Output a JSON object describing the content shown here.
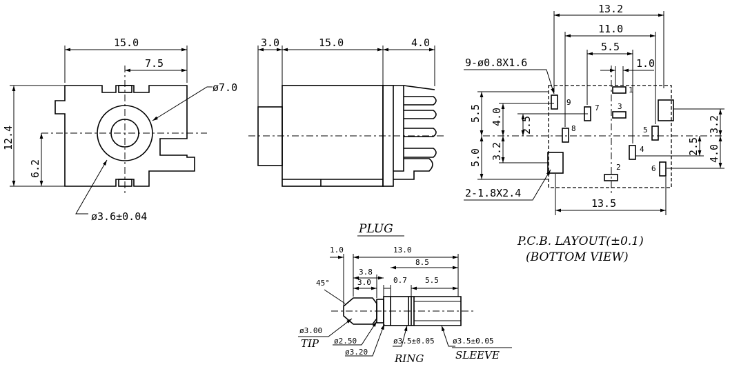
{
  "front_view": {
    "dim_width": "15.0",
    "dim_half_width": "7.5",
    "dim_height": "12.4",
    "dim_center_height": "6.2",
    "dim_outer_dia": "ø7.0",
    "dim_hole_dia": "ø3.6±0.04"
  },
  "side_view": {
    "dim_front": "3.0",
    "dim_body": "15.0",
    "dim_pins": "4.0"
  },
  "pcb_layout": {
    "dim_top_total": "13.2",
    "dim_top_mid": "11.0",
    "dim_top_small": "5.5",
    "dim_top_pin": "1.0",
    "hole_spec": "9-ø0.8X1.6",
    "slot_spec": "2-1.8X2.4",
    "dim_left_upper": "5.5",
    "dim_left_upper_inner": "4.0",
    "dim_left_center": "2.5",
    "dim_left_lower": "5.0",
    "dim_left_lower_inner": "3.2",
    "dim_right_upper": "3.2",
    "dim_right_center": "2.5",
    "dim_right_lower": "4.0",
    "dim_bottom": "13.5",
    "pin_labels": [
      "1",
      "2",
      "3",
      "4",
      "5",
      "6",
      "7",
      "8",
      "9"
    ],
    "title": "P.C.B.  LAYOUT(±0.1)",
    "subtitle": "(BOTTOM  VIEW)"
  },
  "plug": {
    "title": "PLUG",
    "dim_tip_len": "1.0",
    "dim_total": "13.0",
    "dim_8_5": "8.5",
    "dim_3_8": "3.8",
    "dim_3_0": "3.0",
    "dim_0_7": "0.7",
    "dim_5_5": "5.5",
    "dim_angle": "45°",
    "dim_tip_dia": "ø3.00",
    "label_tip": "TIP",
    "dim_neck_dia": "ø2.50",
    "dim_ring_dia_small": "ø3.20",
    "dim_ring_dia": "ø3.5±0.05",
    "label_ring": "RING",
    "dim_sleeve_dia": "ø3.5±0.05",
    "label_sleeve": "SLEEVE"
  }
}
